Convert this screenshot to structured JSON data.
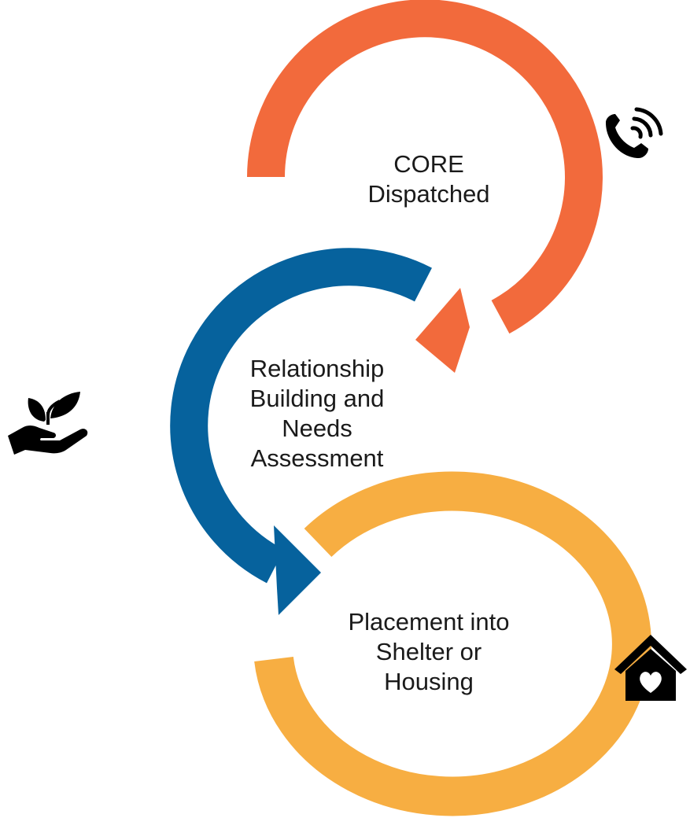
{
  "steps": [
    {
      "id": "core",
      "lines": [
        "CORE",
        "Dispatched"
      ],
      "color": "#F26A3C",
      "icon": "phone-ringing-icon"
    },
    {
      "id": "relationship",
      "lines": [
        "Relationship",
        "Building and",
        "Needs",
        "Assessment"
      ],
      "color": "#06629D",
      "icon": "plant-in-hand-icon"
    },
    {
      "id": "placement",
      "lines": [
        "Placement into",
        "Shelter or",
        "Housing"
      ],
      "color": "#F7AE42",
      "icon": "house-heart-icon"
    }
  ]
}
